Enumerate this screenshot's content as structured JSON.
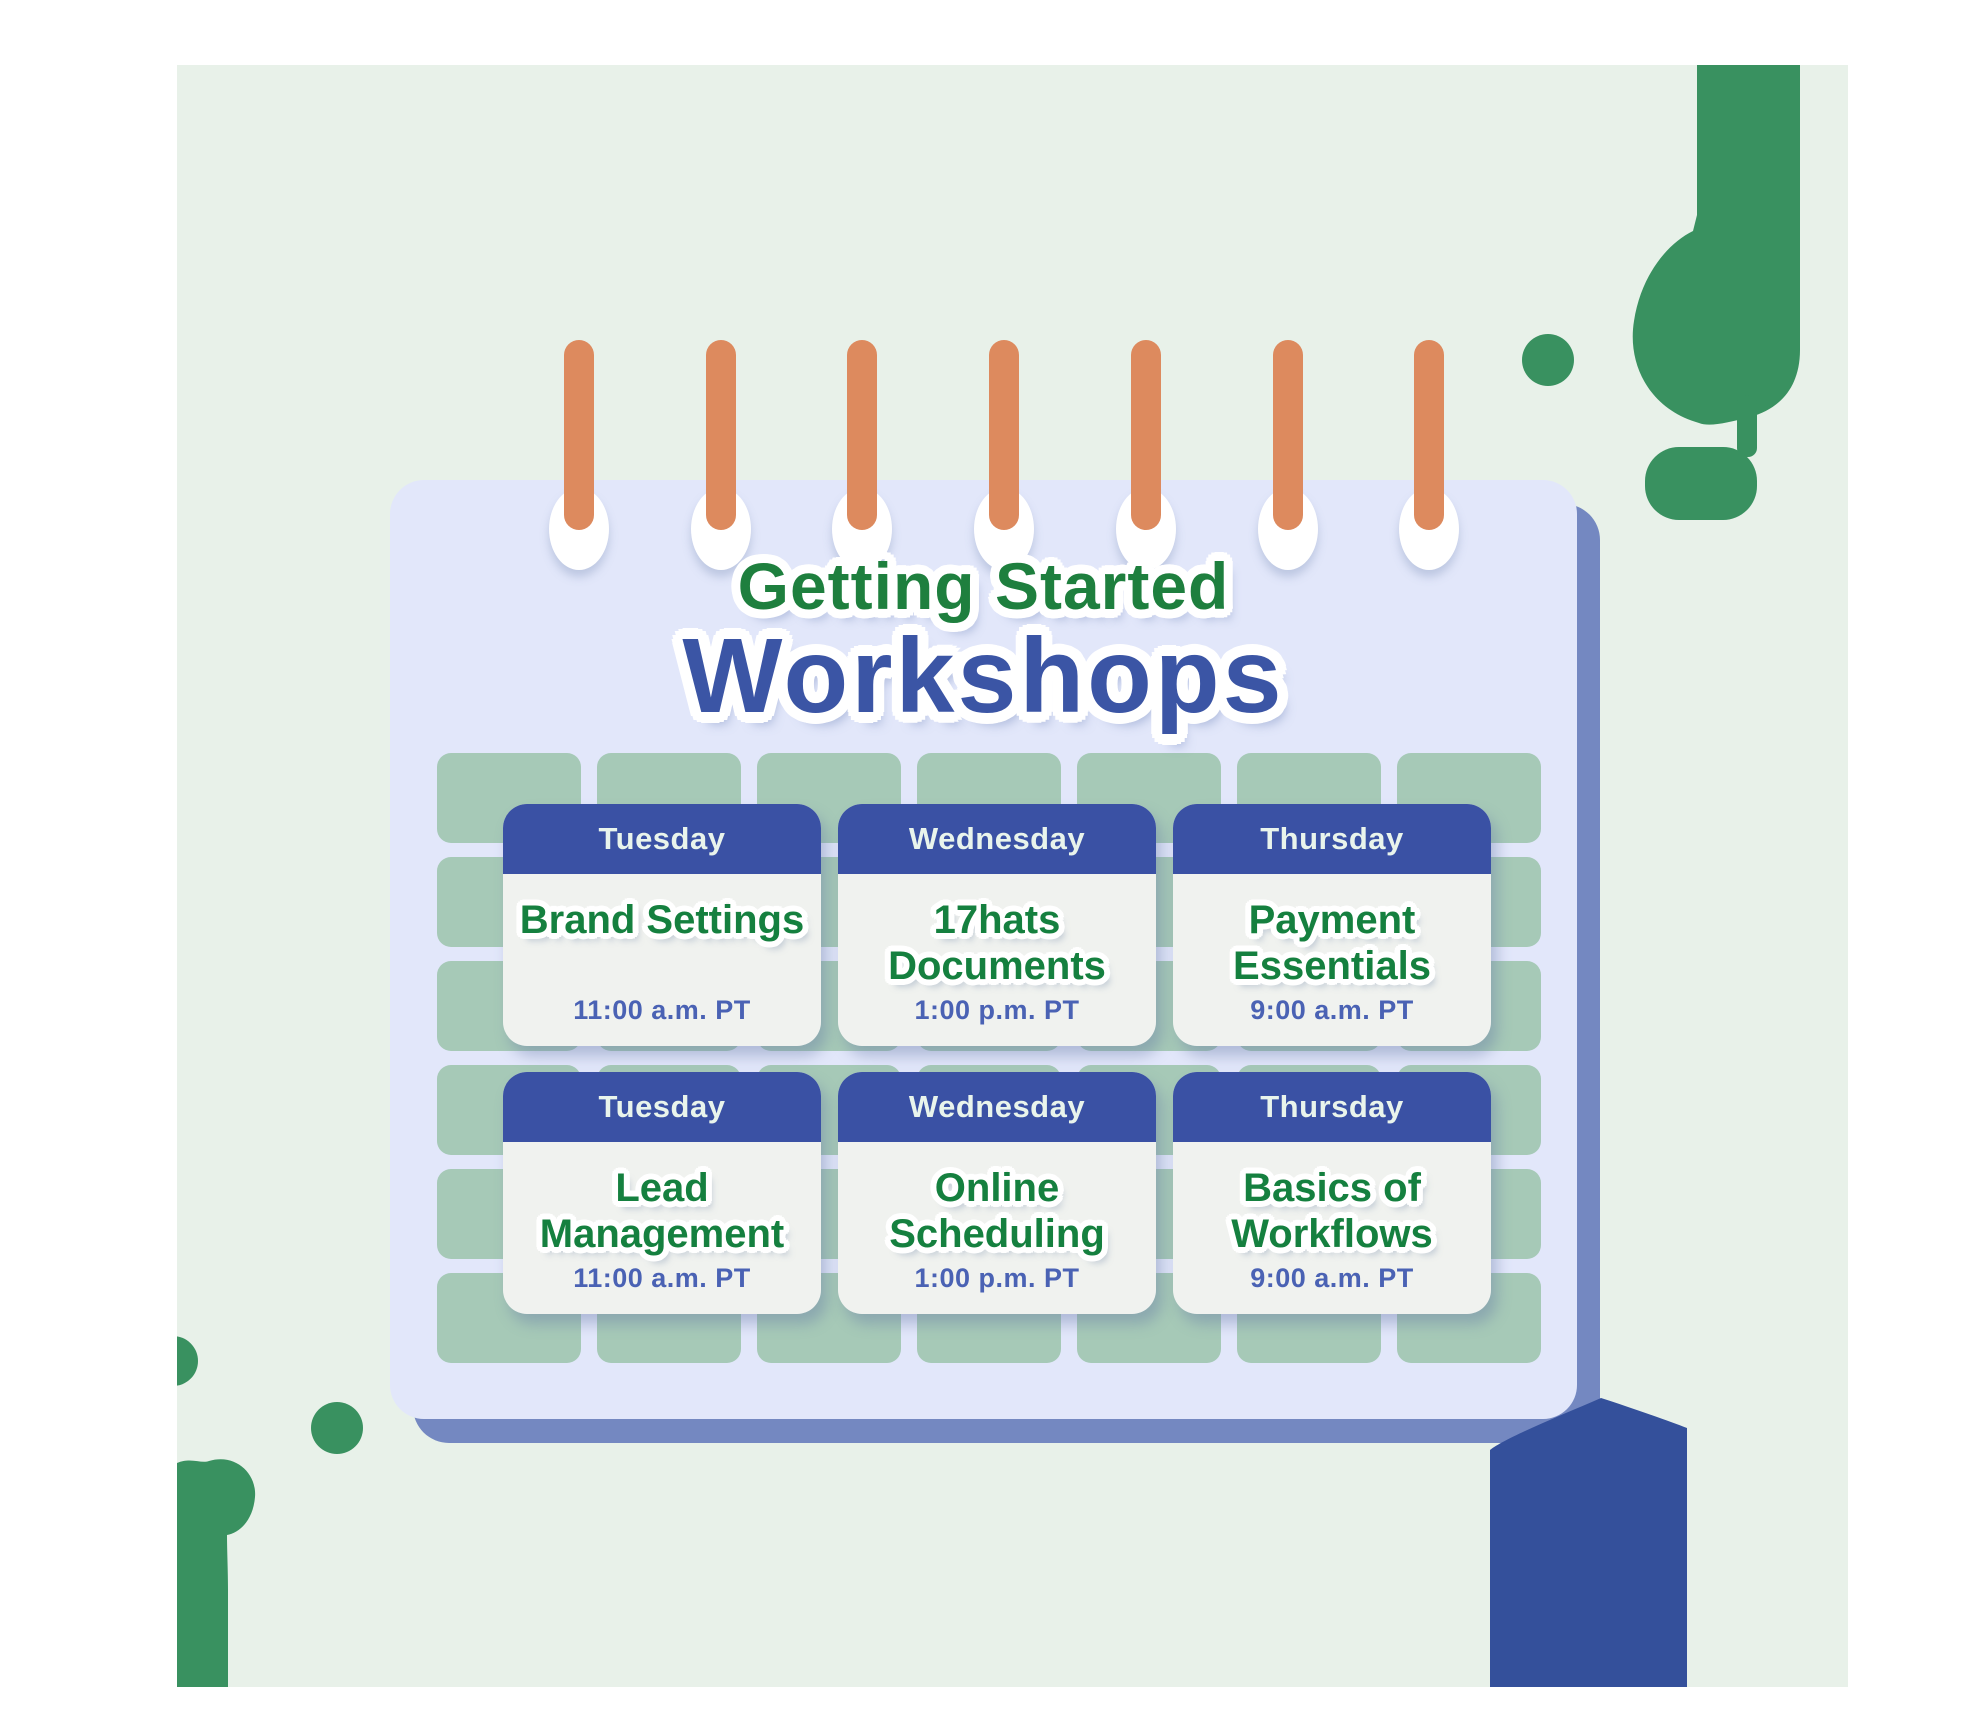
{
  "poster": {
    "title": {
      "line1": "Getting Started",
      "line2": "Workshops"
    },
    "calendar": {
      "grid": {
        "columns": 7,
        "rows": 6
      },
      "rings": {
        "count": 7
      },
      "cards": [
        {
          "day": "Tuesday",
          "title": "Brand Settings",
          "time": "11:00 a.m. PT"
        },
        {
          "day": "Wednesday",
          "title": "17hats Documents",
          "time": "1:00 p.m. PT"
        },
        {
          "day": "Thursday",
          "title": "Payment Essentials",
          "time": "9:00 a.m. PT"
        },
        {
          "day": "Tuesday",
          "title": "Lead Management",
          "time": "11:00 a.m. PT"
        },
        {
          "day": "Wednesday",
          "title": "Online Scheduling",
          "time": "1:00 p.m. PT"
        },
        {
          "day": "Thursday",
          "title": "Basics of Workflows",
          "time": "9:00 a.m. PT"
        }
      ]
    },
    "decorations": {
      "items": [
        "plant-top-right",
        "dot-top-right",
        "stem-left-edge",
        "sprout-bottom-left",
        "dot-bottom-left",
        "figure-bottom-right"
      ]
    },
    "colors": {
      "page_bg": "#ffffff",
      "panel_bg": "#e8f1e9",
      "board_bg": "#e2e7fa",
      "board_shadow": "#7488c1",
      "grid_cell": "#a6c9b7",
      "ring_orange": "#dd8a5e",
      "header_blue": "#3a51a4",
      "header_text": "#e9f4ec",
      "card_body": "#f0f2ef",
      "card_title_green": "#15803f",
      "time_blue": "#4a62b4",
      "title_green": "#1e7f3e",
      "title_blue": "#3b55a5",
      "deco_green": "#399160",
      "deco_blue": "#34509b"
    }
  }
}
